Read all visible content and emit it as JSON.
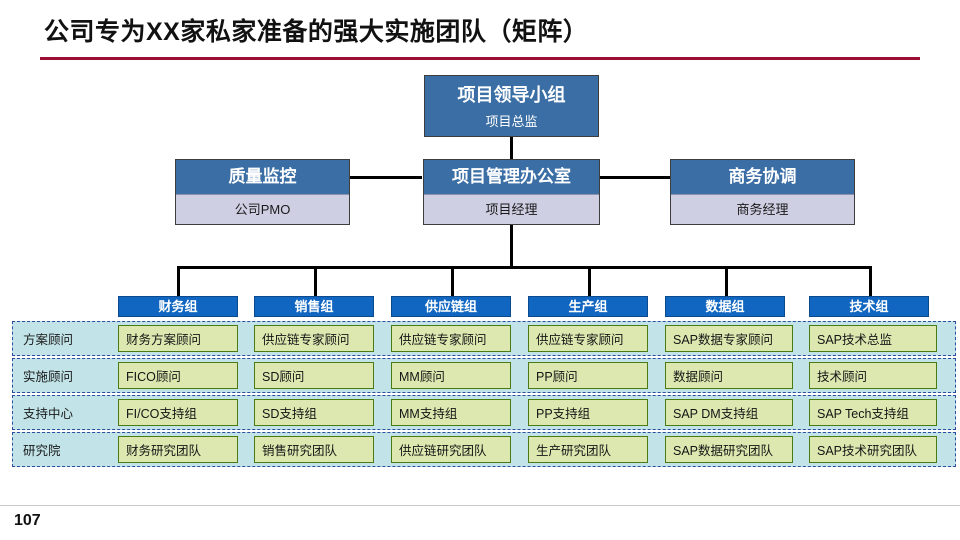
{
  "slide": {
    "title": "公司专为XX家私家准备的强大实施团队（矩阵）",
    "page_number": "107",
    "accent_color": "#9B0E36"
  },
  "hierarchy": {
    "leader": {
      "title": "项目领导小组",
      "role": "项目总监"
    },
    "second_row": [
      {
        "title": "质量监控",
        "role": "公司PMO"
      },
      {
        "title": "项目管理办公室",
        "role": "项目经理"
      },
      {
        "title": "商务协调",
        "role": "商务经理"
      }
    ]
  },
  "matrix": {
    "columns": [
      "财务组",
      "销售组",
      "供应链组",
      "生产组",
      "数据组",
      "技术组"
    ],
    "rows": [
      "方案顾问",
      "实施顾问",
      "支持中心",
      "研究院"
    ],
    "cells": [
      [
        "财务方案顾问",
        "供应链专家顾问",
        "供应链专家顾问",
        "供应链专家顾问",
        "SAP数据专家顾问",
        "SAP技术总监"
      ],
      [
        "FICO顾问",
        "SD顾问",
        "MM顾问",
        "PP顾问",
        "数据顾问",
        "技术顾问"
      ],
      [
        "FI/CO支持组",
        "SD支持组",
        "MM支持组",
        "PP支持组",
        "SAP DM支持组",
        "SAP Tech支持组"
      ],
      [
        "财务研究团队",
        "销售研究团队",
        "供应链研究团队",
        "生产研究团队",
        "SAP数据研究团队",
        "SAP技术研究团队"
      ]
    ]
  },
  "colors": {
    "node_header_blue": "#3A6EA5",
    "node_body_lavender": "#CFCFE4",
    "team_header_blue": "#1066C0",
    "row_band_teal": "#C2E4E8",
    "cell_green": "#DCE8B0",
    "connector_black": "#000000"
  }
}
